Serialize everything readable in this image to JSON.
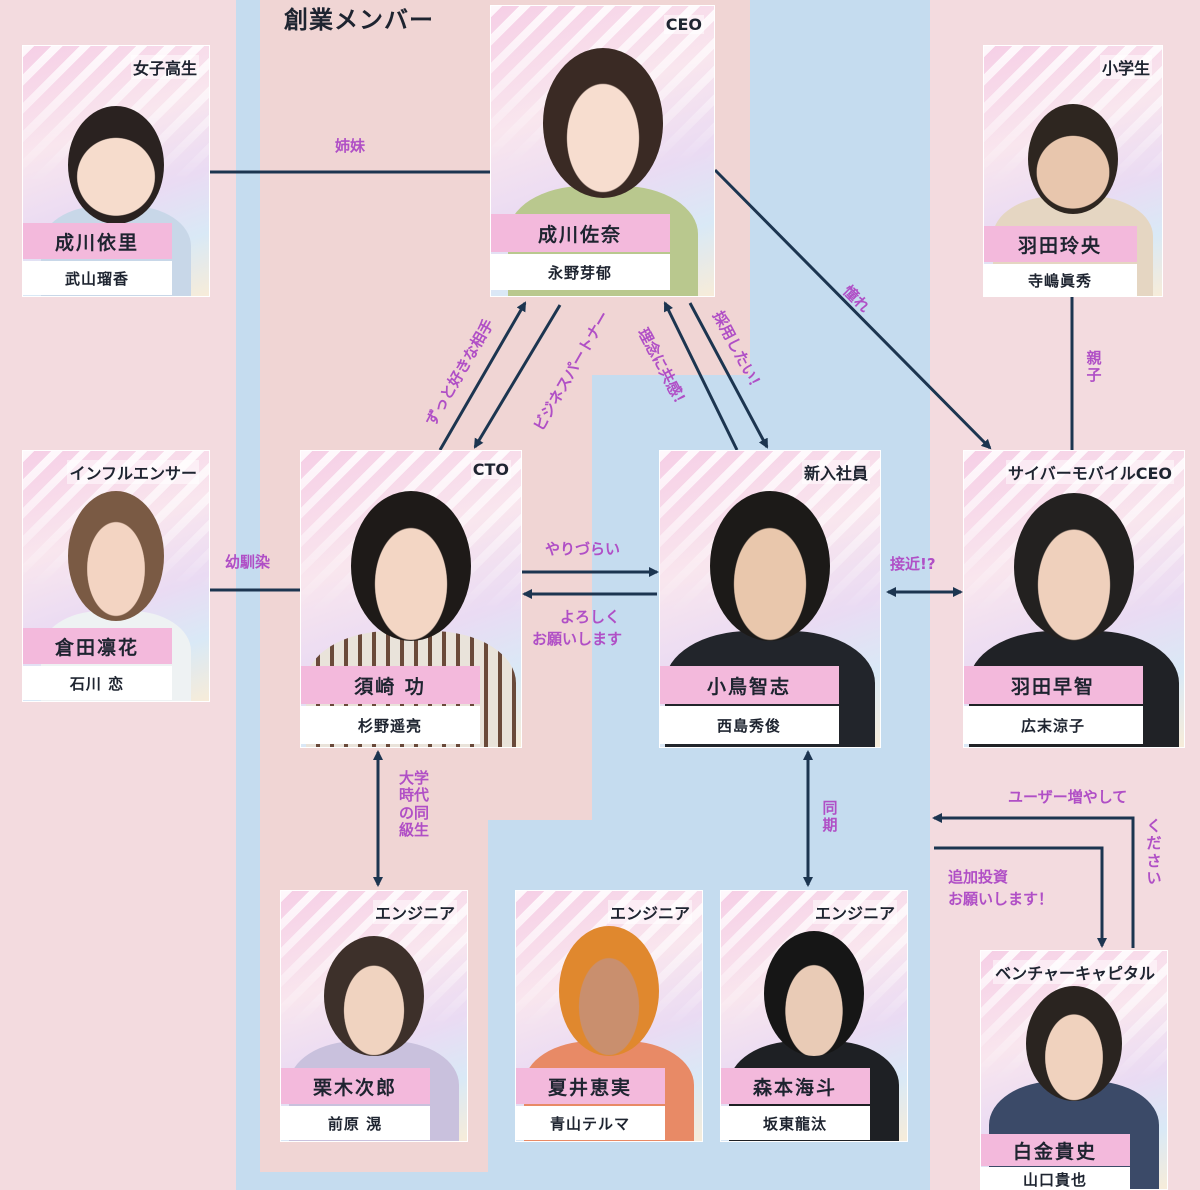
{
  "group_title": "創業メンバー",
  "colors": {
    "pink_bg": "#f3dbdf",
    "blue_bg": "#c5dcef",
    "founder_bg": "#f0d5d4",
    "line": "#1c3550",
    "label": "#b04fc6",
    "namebar": "#f3b9dc"
  },
  "characters": [
    {
      "id": "yori",
      "role": "女子高生",
      "name": "成川依里",
      "actor": "武山瑠香"
    },
    {
      "id": "sana",
      "role": "CEO",
      "name": "成川佐奈",
      "actor": "永野芽郁"
    },
    {
      "id": "reo",
      "role": "小学生",
      "name": "羽田玲央",
      "actor": "寺嶋眞秀"
    },
    {
      "id": "rinka",
      "role": "インフルエンサー",
      "name": "倉田凛花",
      "actor": "石川 恋"
    },
    {
      "id": "isao",
      "role": "CTO",
      "name": "須崎 功",
      "actor": "杉野遥亮"
    },
    {
      "id": "satoshi",
      "role": "新入社員",
      "name": "小鳥智志",
      "actor": "西島秀俊"
    },
    {
      "id": "sachi",
      "role": "サイバーモバイルCEO",
      "name": "羽田早智",
      "actor": "広末涼子"
    },
    {
      "id": "jiro",
      "role": "エンジニア",
      "name": "栗木次郎",
      "actor": "前原 滉"
    },
    {
      "id": "emi",
      "role": "エンジニア",
      "name": "夏井恵実",
      "actor": "青山テルマ"
    },
    {
      "id": "kaito",
      "role": "エンジニア",
      "name": "森本海斗",
      "actor": "坂東龍汰"
    },
    {
      "id": "takashi",
      "role": "ベンチャーキャピタル",
      "name": "白金貴史",
      "actor": "山口貴也"
    }
  ],
  "relations": {
    "shimai": "姉妹",
    "akogare": "憧れ",
    "oyako": "親子",
    "osananajimi": "幼馴染",
    "zutto": "ずっと好きな相手",
    "business": "ビジネスパートナー",
    "rinen": "理念に共感！",
    "saiyou": "採用したい！",
    "yarizurai": "やりづらい",
    "yoroshiku_1": "よろしく",
    "yoroshiku_2": "お願いします",
    "sekkin": "接近!?",
    "daigaku": "大学時代の同級生",
    "douki": "同期",
    "user_1": "ユーザー増やして",
    "user_2": "ください",
    "tsuika_1": "追加投資",
    "tsuika_2": "お願いします！"
  }
}
